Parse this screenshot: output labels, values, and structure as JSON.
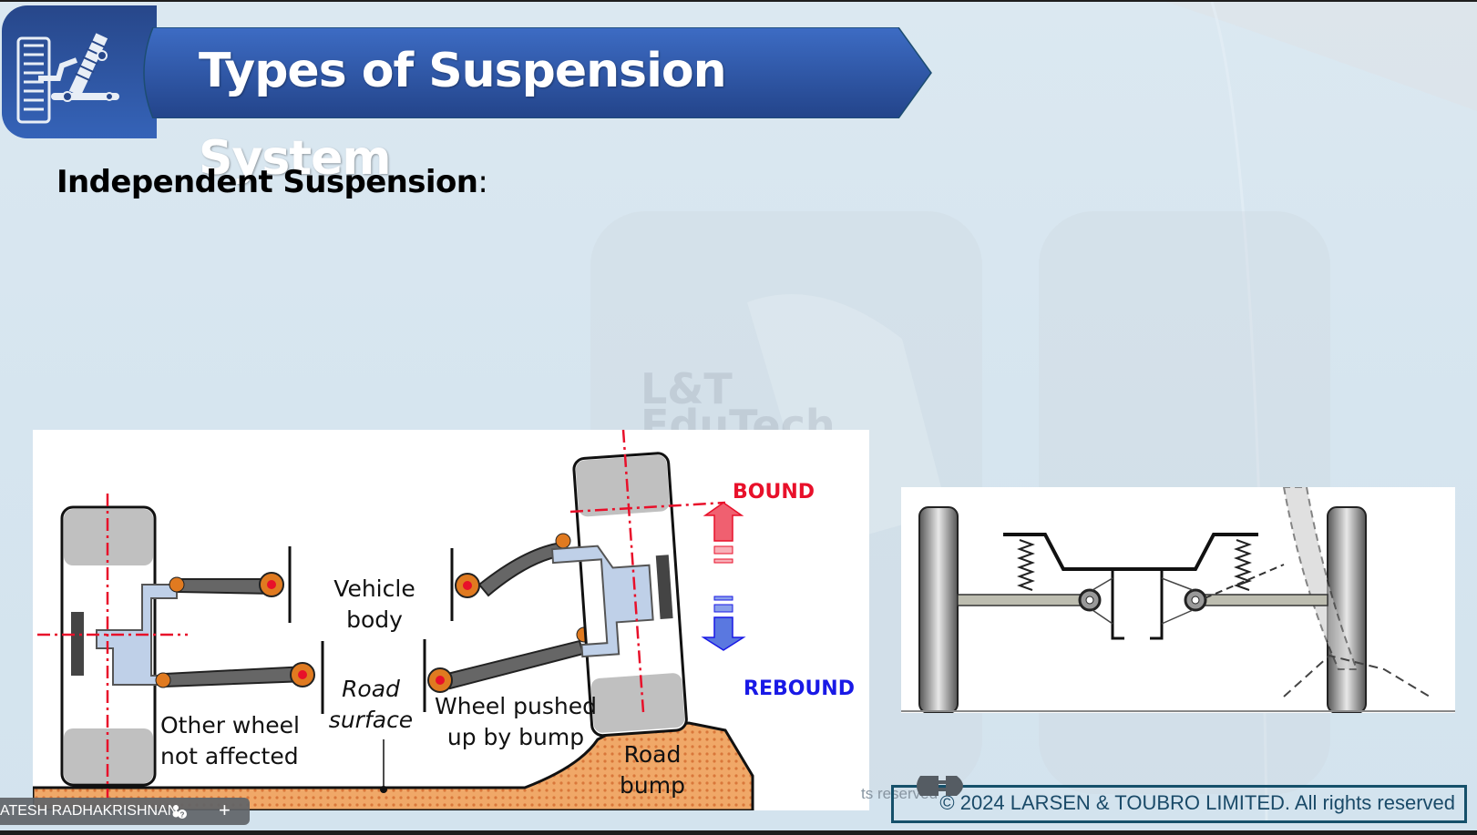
{
  "slide": {
    "title": "Types of Suspension System",
    "title_icon": "suspension-icon",
    "subtitle": "Independent Suspension",
    "subtitle_suffix": ":",
    "watermark_line1": "L&T",
    "watermark_line2": "EduTech",
    "colors": {
      "banner_top": "#3d6cc4",
      "banner_bottom": "#23448a",
      "bound": "#e8102a",
      "rebound": "#1919e6",
      "footer_border": "#15506a"
    }
  },
  "diagram_independent": {
    "labels": {
      "vehicle_body": [
        "Vehicle",
        "body"
      ],
      "road_surface": [
        "Road",
        "surface"
      ],
      "other_wheel": [
        "Other wheel",
        "not affected"
      ],
      "wheel_pushed": [
        "Wheel pushed",
        "up by bump"
      ],
      "road_bump": [
        "Road",
        "bump"
      ],
      "bound": "BOUND",
      "rebound": "REBOUND"
    }
  },
  "diagram_swing_axle": {
    "description": "swing axle suspension with one wheel deflected"
  },
  "footer": {
    "copyright": "© 2024 LARSEN & TOUBRO LIMITED. All rights reserved",
    "ghost_text": "ts reserved",
    "plug_icon": "plug-icon"
  },
  "presenter": {
    "name": "ATESH RADHAKRISHNAN",
    "status_icon": "people-question-icon",
    "add_label": "+"
  }
}
